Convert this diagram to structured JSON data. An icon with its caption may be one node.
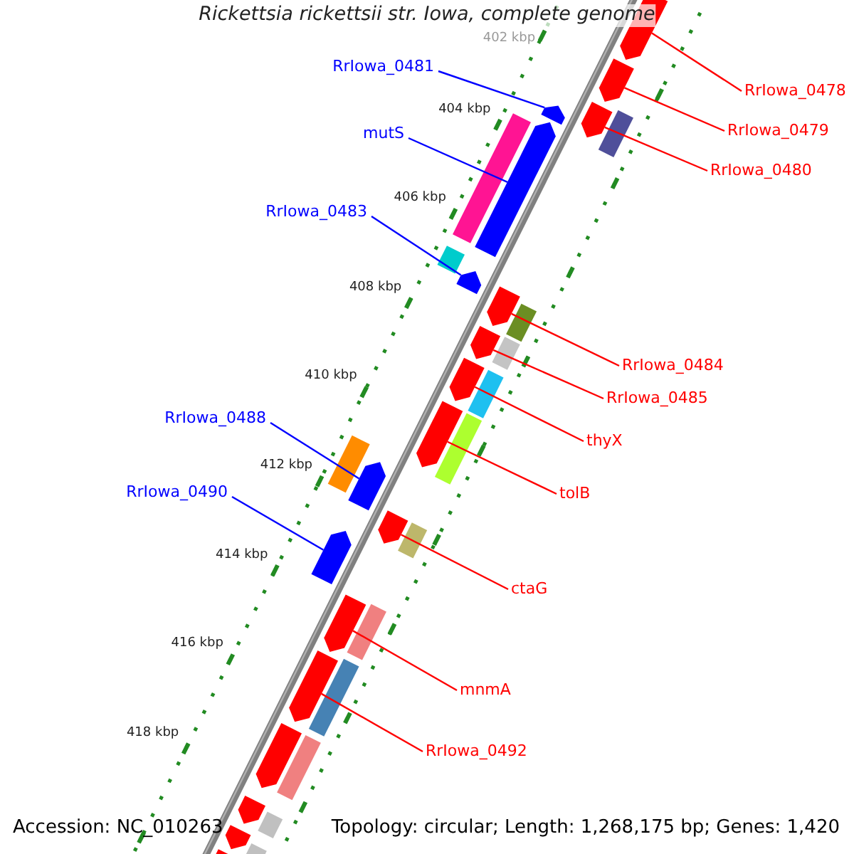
{
  "diagram": {
    "title": "Rickettsia rickettsii str. Iowa, complete genome",
    "nodes": [
      {
        "text": [
          "RrIowa_0481"
        ]
      },
      {
        "text": [
          "RrIowa_0478"
        ]
      },
      {
        "text": [
          "RrIowa_0479"
        ]
      },
      {
        "text": [
          "mutS"
        ]
      },
      {
        "text": [
          "RrIowa_0480"
        ]
      },
      {
        "text": [
          "RrIowa_0483"
        ]
      },
      {
        "text": [
          "RrIowa_0484"
        ]
      },
      {
        "text": [
          "RrIowa_0485"
        ]
      },
      {
        "text": [
          "RrIowa_0488"
        ]
      },
      {
        "text": [
          "thyX"
        ]
      },
      {
        "text": [
          "tolB"
        ]
      },
      {
        "text": [
          "RrIowa_0490"
        ]
      },
      {
        "text": [
          "ctaG"
        ]
      },
      {
        "text": [
          "mnmA"
        ]
      },
      {
        "text": [
          "RrIowa_0492"
        ]
      },
      {
        "text": [],
        "shape": "bar"
      },
      {
        "text": [],
        "shape": "bar"
      },
      {
        "text": [],
        "shape": "bar"
      },
      {
        "text": [],
        "shape": "bar"
      },
      {
        "text": [],
        "shape": "bar"
      },
      {
        "text": [],
        "shape": "bar"
      },
      {
        "text": [],
        "shape": "bar"
      },
      {
        "text": [],
        "shape": "bar"
      },
      {
        "text": [],
        "shape": "bar"
      },
      {
        "text": [],
        "shape": "bar"
      },
      {
        "text": [],
        "shape": "bar"
      },
      {
        "text": [],
        "shape": "bar"
      },
      {
        "text": [],
        "shape": "bar"
      },
      {
        "text": [],
        "shape": "bar"
      },
      {
        "text": [],
        "shape": "bar"
      },
      {
        "text": [],
        "shape": "bar"
      },
      {
        "text": [],
        "shape": "bar"
      },
      {
        "text": [],
        "shape": "bar"
      },
      {
        "text": [],
        "shape": "bar"
      },
      {
        "text": [],
        "shape": "bar"
      },
      {
        "text": [],
        "shape": "bar"
      },
      {
        "text": [],
        "shape": "bar"
      },
      {
        "text": [],
        "shape": "bar"
      },
      {
        "text": [],
        "shape": "bar"
      },
      {
        "text": [],
        "shape": "bar"
      },
      {
        "text": [],
        "shape": "bar"
      },
      {
        "text": [],
        "shape": "bar"
      },
      {
        "text": [],
        "shape": "bar"
      },
      {
        "text": [],
        "shape": "bar"
      },
      {
        "text": [],
        "shape": "bar"
      },
      {
        "text": [],
        "shape": "bar"
      },
      {
        "text": [],
        "shape": "bar"
      },
      {
        "text": [],
        "shape": "bar"
      }
    ],
    "edges": [
      {
        "from": 0,
        "to": 15,
        "arrow": "none",
        "color": "#0000ff"
      },
      {
        "from": 1,
        "to": 16,
        "arrow": "none"
      },
      {
        "from": 2,
        "to": 17,
        "arrow": "none"
      },
      {
        "from": 3,
        "to": 18,
        "arrow": "none",
        "color": "#0000ff"
      },
      {
        "from": 4,
        "to": 19,
        "arrow": "none"
      },
      {
        "from": 5,
        "to": 20,
        "arrow": "none",
        "color": "#0000ff"
      },
      {
        "from": 6,
        "to": 21,
        "arrow": "none"
      },
      {
        "from": 7,
        "to": 22,
        "arrow": "none"
      },
      {
        "from": 8,
        "to": 23,
        "arrow": "none",
        "color": "#0000ff"
      },
      {
        "from": 9,
        "to": 24,
        "arrow": "none"
      },
      {
        "from": 10,
        "to": 25,
        "arrow": "none"
      },
      {
        "from": 11,
        "to": 26,
        "arrow": "none",
        "color": "#0000ff"
      },
      {
        "from": 12,
        "to": 27,
        "arrow": "none"
      },
      {
        "from": 13,
        "to": 28,
        "arrow": "none"
      },
      {
        "from": 14,
        "to": 29,
        "arrow": "none"
      }
    ],
    "labels": [
      "402 kbp",
      "404 kbp",
      "406 kbp",
      "408 kbp",
      "410 kbp",
      "412 kbp",
      "414 kbp",
      "416 kbp",
      "418 kbp",
      "Accession: NC_010263",
      "Topology: circular; Length: 1,268,175 bp; Genes: 1,420"
    ]
  }
}
